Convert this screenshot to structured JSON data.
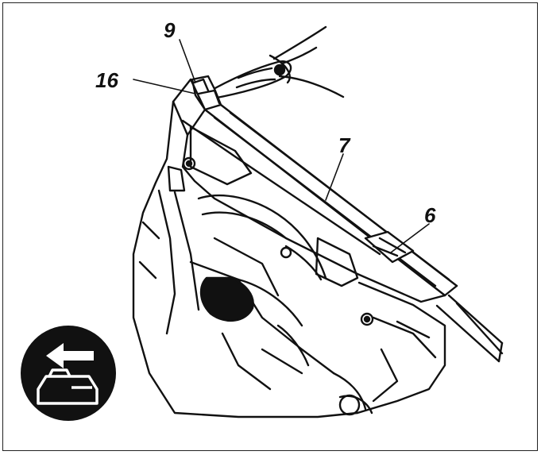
{
  "callouts": {
    "c9": "9",
    "c16": "16",
    "c7": "7",
    "c6": "6"
  },
  "icons": {
    "battery_removal": "remove-battery-icon"
  },
  "colors": {
    "ink": "#111111",
    "background": "#ffffff",
    "badge": "#111111"
  }
}
